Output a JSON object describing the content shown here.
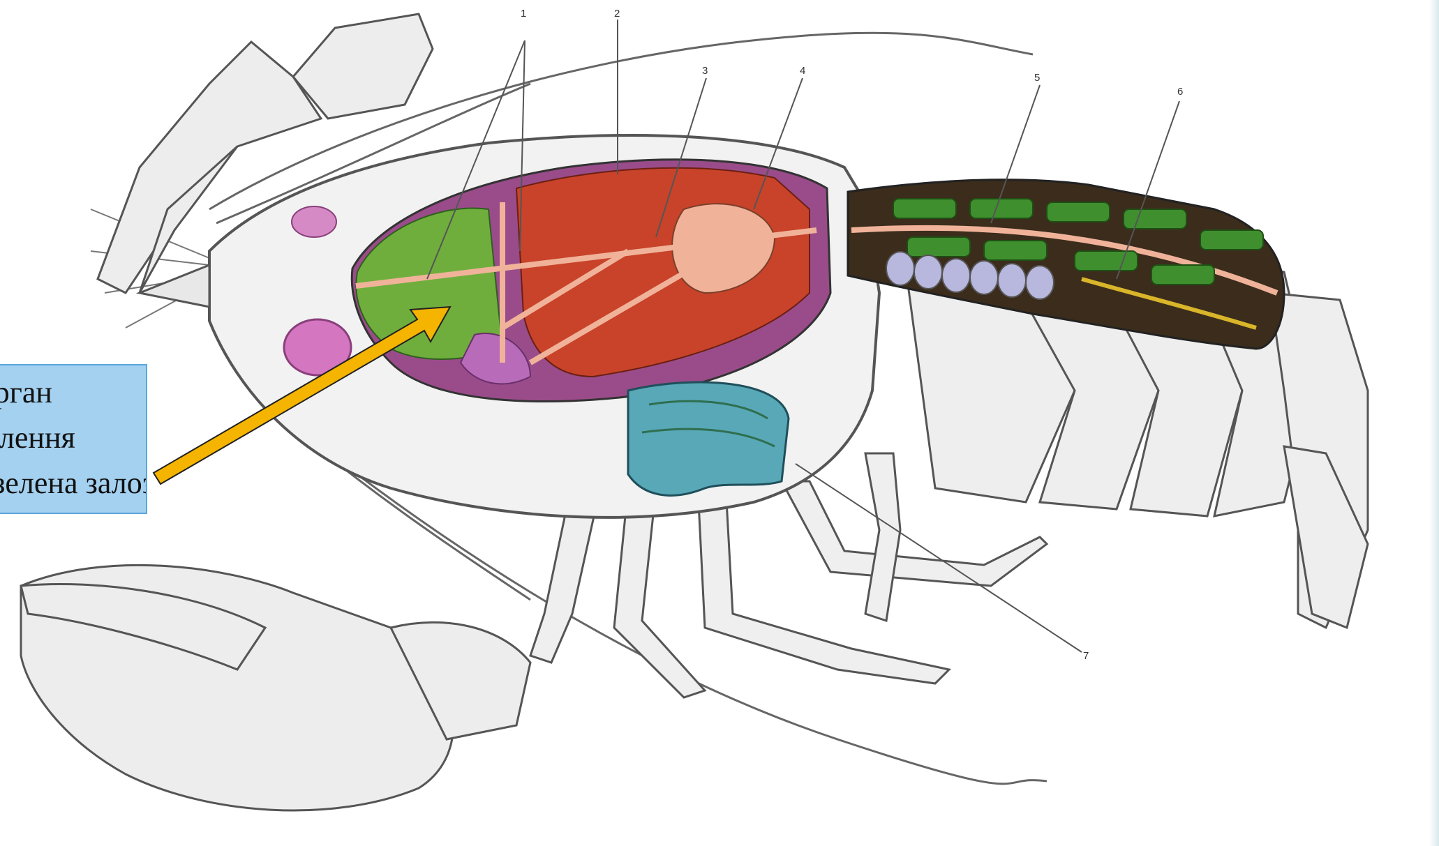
{
  "diagram": {
    "number_labels": [
      "1",
      "2",
      "3",
      "4",
      "5",
      "6",
      "7"
    ]
  },
  "callout": {
    "lines": [
      "Орган",
      "виділення",
      "зелена залоза"
    ]
  },
  "colors": {
    "callout_fill": "#a4d1ef",
    "callout_border": "#5aa6dd",
    "arrow": "#f5b400",
    "gland": "#6fae3c",
    "liver": "#c8432a",
    "heart": "#f0b39a",
    "gonad": "#a05cab",
    "gills": "#58a8b8",
    "muscle": "#3f8f2f",
    "nerve": "#d9b52a",
    "outline": "#555555"
  }
}
